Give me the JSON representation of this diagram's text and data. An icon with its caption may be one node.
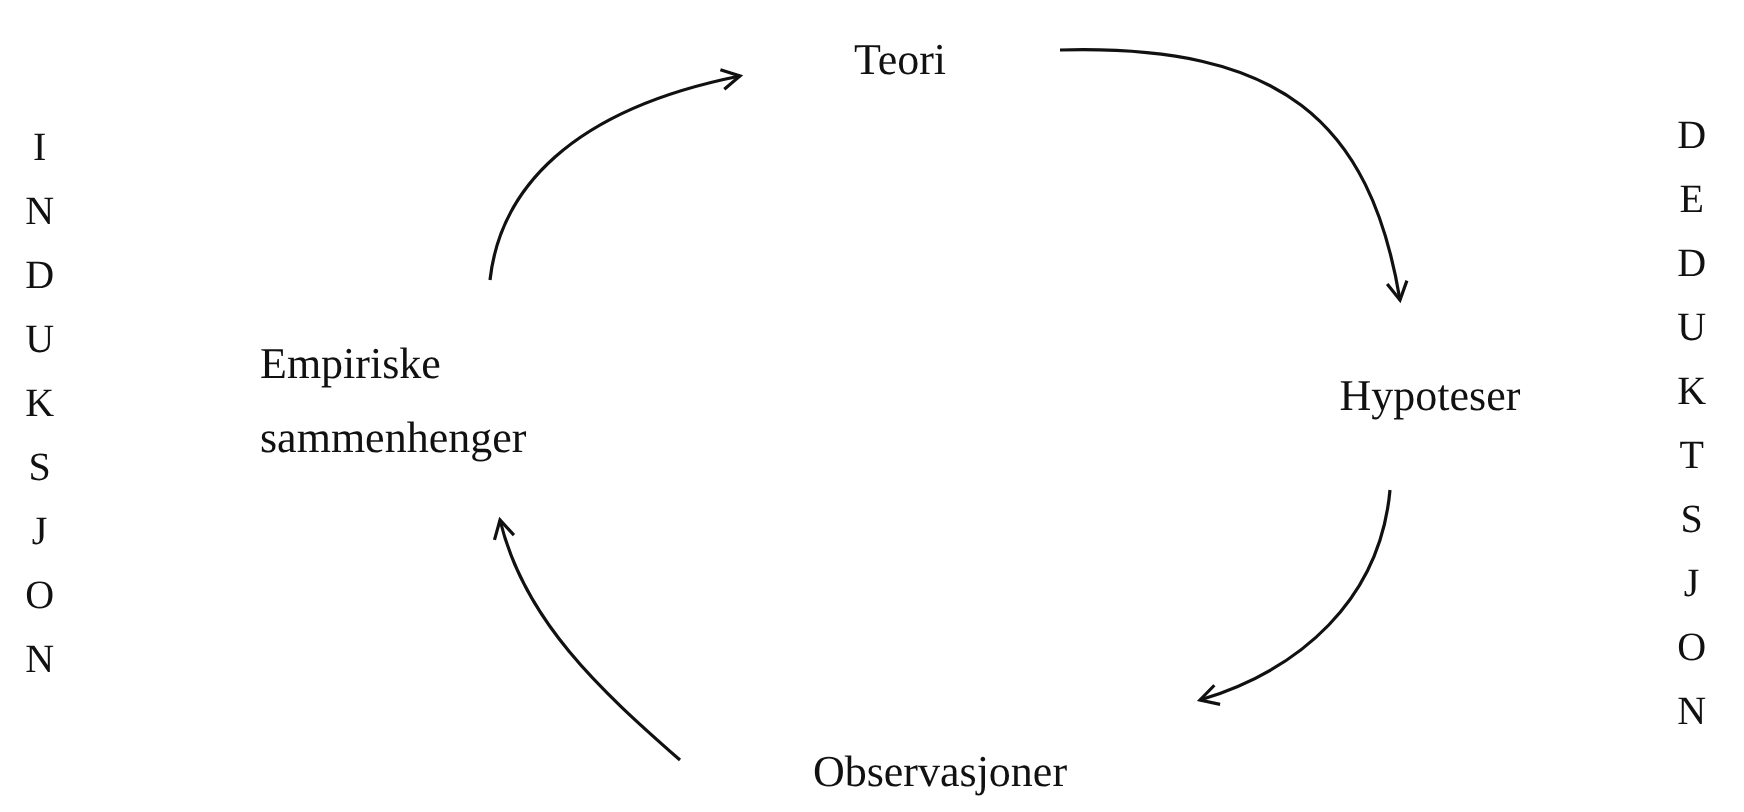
{
  "diagram": {
    "nodes": [
      {
        "text": [
          "Teori"
        ]
      },
      {
        "text": [
          "Hypoteser"
        ]
      },
      {
        "text": [
          "Observasjoner"
        ]
      },
      {
        "text": [
          "Empiriske sammenhenger"
        ]
      }
    ],
    "edges": [
      {
        "from": 0,
        "to": 1,
        "arrow": "to"
      },
      {
        "from": 1,
        "to": 2,
        "arrow": "to"
      },
      {
        "from": 2,
        "to": 3,
        "arrow": "to"
      },
      {
        "from": 3,
        "to": 0,
        "arrow": "to"
      }
    ],
    "labels": [
      "INDUKSJON",
      "DEDUKTSJON"
    ]
  }
}
